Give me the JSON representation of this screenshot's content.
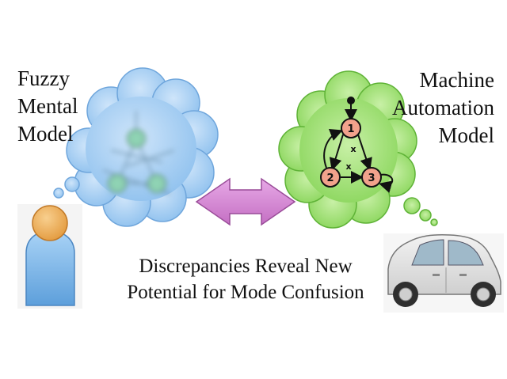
{
  "left_label": {
    "line1": "Fuzzy",
    "line2": "Mental",
    "line3": "Model"
  },
  "right_label": {
    "line1": "Machine",
    "line2": "Automation",
    "line3": "Model"
  },
  "caption": {
    "line1": "Discrepancies Reveal New",
    "line2": "Potential for Mode Confusion"
  },
  "machine_model": {
    "states": [
      "1",
      "2",
      "3"
    ],
    "transition_labels": [
      "x",
      "x"
    ]
  },
  "colors": {
    "fuzzy_cloud": "#a8d0f4",
    "machine_cloud": "#9ee06f",
    "arrow": "#d98ad8",
    "state_fill": "#f2a28c",
    "person_head": "#f2b15e",
    "person_body": "#7eb6e8"
  }
}
